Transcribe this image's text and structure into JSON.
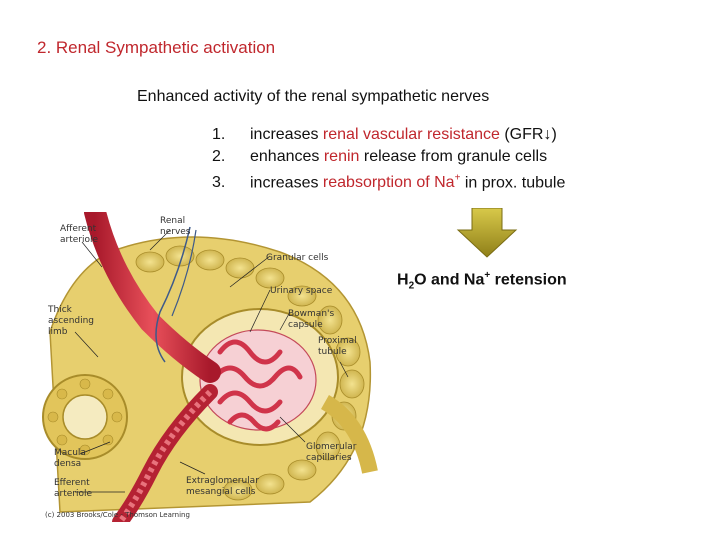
{
  "title": "2. Renal Sympathetic activation",
  "subtitle": "Enhanced activity of the renal sympathetic nerves",
  "list": [
    {
      "num": "1.",
      "pre": "increases ",
      "hl": "renal vascular resistance",
      "post": " (GFR↓)"
    },
    {
      "num": "2.",
      "pre": "enhances ",
      "hl": "renin",
      "post": " release from granule cells"
    },
    {
      "num": "3.",
      "pre": "increases ",
      "hl": "reabsorption of Na",
      "hl_sup": "+",
      "post": " in prox. tubule"
    }
  ],
  "result": {
    "h": "H",
    "sub": "2",
    "mid": "O and Na",
    "sup": "+",
    "tail": " retension"
  },
  "figure": {
    "labels": {
      "afferent": "Afferent arteriole",
      "renal_nerves": "Renal nerves",
      "granular": "Granular cells",
      "urinary": "Urinary space",
      "thick": "Thick ascending limb",
      "bowman": "Bowman's capsule",
      "proximal": "Proximal tubule",
      "macula": "Macula densa",
      "glomerular": "Glomerular capillaries",
      "efferent": "Efferent arteriole",
      "extraglomerular": "Extraglomerular mesangial cells"
    },
    "copyright": "(c) 2003 Brooks/Cole - Thomson Learning"
  },
  "colors": {
    "accent": "#c0272d",
    "arrow": "#b8a628"
  }
}
